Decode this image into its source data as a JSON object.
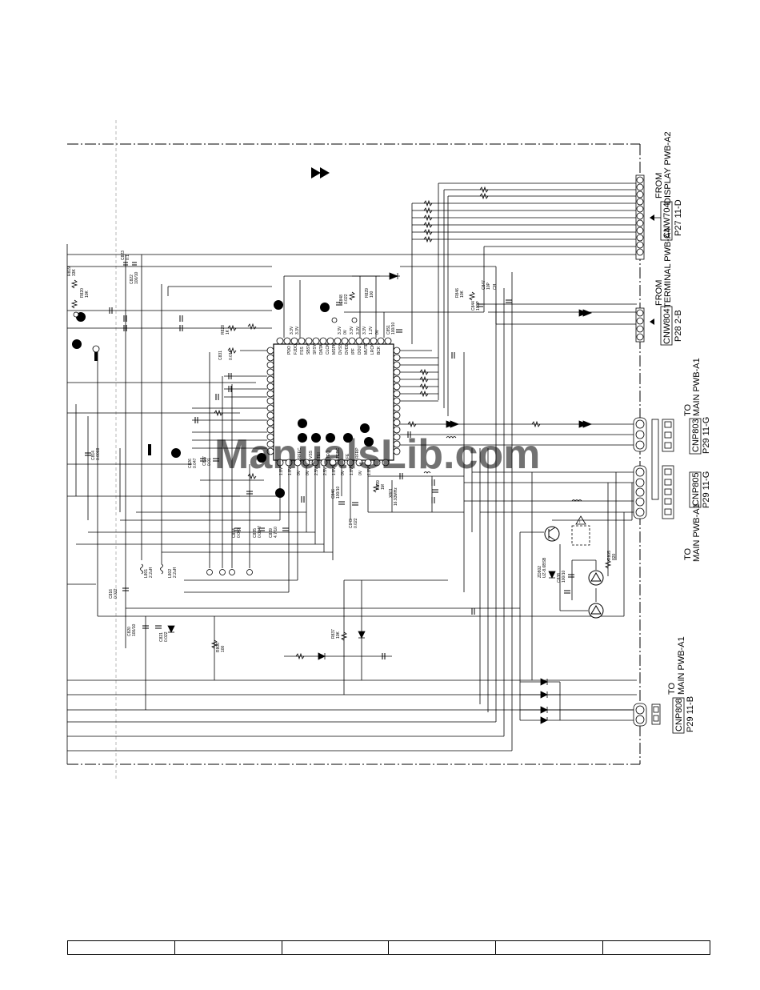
{
  "connectors": {
    "cnw704": {
      "from": "FROM",
      "board": "DISPLAY PWB-A2",
      "name": "CNW704",
      "ref": "P27  11-D"
    },
    "cnw804": {
      "from": "FROM",
      "board": "TERMINAL PWB-A4",
      "name": "CNW804",
      "ref": "P28  2-B"
    },
    "cnp803": {
      "to": "TO",
      "board": "MAIN PWB-A1",
      "name": "CNP803",
      "ref": "P29  11-G"
    },
    "cnp805": {
      "to": "TO",
      "board": "MAIN PWB-A1",
      "name": "CNP805",
      "ref": "P29  11-G"
    },
    "cnp808": {
      "to": "TO",
      "board": "MAIN PWB-A1",
      "name": "CNP808",
      "ref": "P29  11-B"
    }
  },
  "components": {
    "r819": {
      "ref": "R819",
      "value": "33K"
    },
    "r820": {
      "ref": "R820",
      "value": "10K"
    },
    "c823": {
      "ref": "C823",
      "value": "0.1"
    },
    "c822": {
      "ref": "C822",
      "value": "100/10"
    },
    "r828": {
      "ref": "R828",
      "value": "1K"
    },
    "c831": {
      "ref": "C831",
      "value": "0.015"
    },
    "c848": {
      "ref": "C848",
      "value": "0.022"
    },
    "r829": {
      "ref": "R829",
      "value": "100"
    },
    "c851": {
      "ref": "C851",
      "value": "100/10"
    },
    "r846": {
      "ref": "R846",
      "value": "10K"
    },
    "c844": {
      "ref": "C844",
      "value": "100P"
    },
    "c847": {
      "ref": "C847",
      "value": "10P"
    },
    "ch": "CH",
    "c814": {
      "ref": "C814",
      "value": "0.0068"
    },
    "c826": {
      "ref": "C826",
      "value": "0.047"
    },
    "c827": {
      "ref": "C827",
      "value": "0.01"
    },
    "c846": {
      "ref": "C846",
      "value": "100/10"
    },
    "c849": {
      "ref": "C849",
      "value": "0.022"
    },
    "x801": {
      "ref": "X801",
      "value": "16.93MHz"
    },
    "r839": {
      "ref": "R839",
      "value": "1M"
    },
    "c834": {
      "ref": "C834",
      "value": "0.047"
    },
    "c835": {
      "ref": "C835",
      "value": "0.0047"
    },
    "c839": {
      "ref": "C839",
      "value": "4.7/10"
    },
    "l801": {
      "ref": "L801",
      "value": "2.2uH"
    },
    "l802": {
      "ref": "L802",
      "value": "2.2uH"
    },
    "c816": {
      "ref": "C816",
      "value": "0.022"
    },
    "c820": {
      "ref": "C820",
      "value": "100/10"
    },
    "c821": {
      "ref": "C821",
      "value": "0.022"
    },
    "r806": {
      "ref": "R806",
      "value": "100"
    },
    "r837": {
      "ref": "R837",
      "value": "10K"
    },
    "zd802": {
      "ref": "ZD802",
      "value": "UZ-8.6BSB"
    },
    "c838": {
      "ref": "C838",
      "value": "100/10"
    },
    "r805": {
      "ref": "R805",
      "value": "820"
    }
  },
  "ic_pins": {
    "top": [
      "PDO",
      "FJDO",
      "FSS",
      "SBSY",
      "SFSY",
      "DATA",
      "CLCK",
      "MSPK",
      "DVSS",
      "DVDD",
      "IPF",
      "DOUT",
      "MUTE",
      "LRCK",
      "BCK"
    ],
    "bottom": [
      "RFEC",
      "VSS",
      "TEI",
      "TEO",
      "TEBC",
      "FE",
      "RFRP"
    ]
  },
  "voltages": {
    "top": [
      "3.3V",
      "3.3V",
      "3.3V",
      "0V",
      "3.3V",
      "3.3V",
      "3.3V",
      "1.2V",
      "0V"
    ],
    "bottom": [
      "1.8V",
      "1.8V",
      "0V",
      "0V",
      "2.5V",
      "2.5V",
      "1.8V",
      "0V",
      "1.8V",
      "0V",
      "1.8V"
    ]
  },
  "watermark": "ManualsLib.com"
}
